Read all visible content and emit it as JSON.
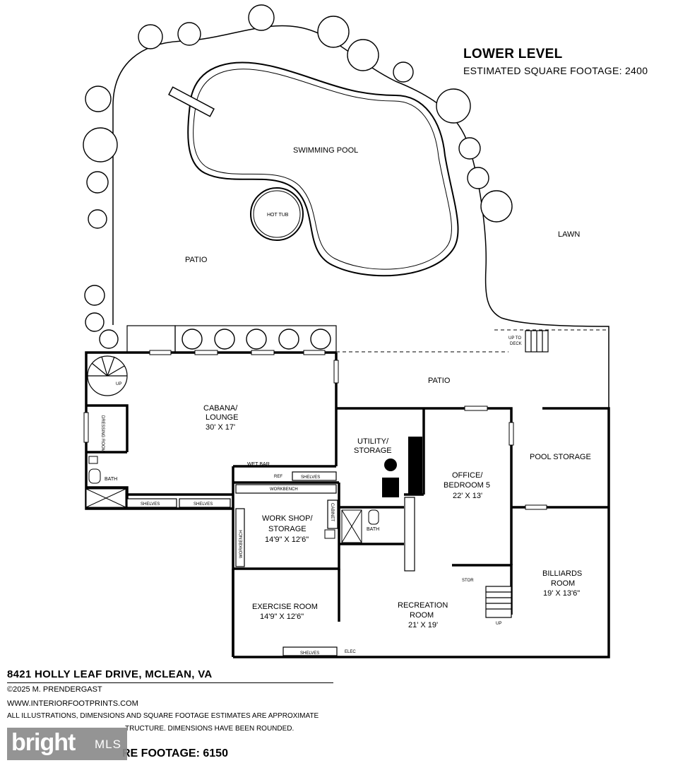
{
  "header": {
    "title": "LOWER LEVEL",
    "subtitle": "ESTIMATED SQUARE FOOTAGE: 2400"
  },
  "outdoor": {
    "pool": "SWIMMING POOL",
    "hot_tub": "HOT TUB",
    "patio_west": "PATIO",
    "lawn": "LAWN",
    "patio_south": "PATIO",
    "up_to_deck": [
      "UP TO",
      "DECK"
    ]
  },
  "rooms": {
    "cabana": {
      "name": [
        "CABANA/",
        "LOUNGE"
      ],
      "dims": "30' X 17'"
    },
    "dressing": "DRESSING ROOM",
    "bath_west": "BATH",
    "up_spiral": "UP",
    "wet_bar": "WET BAR",
    "ref": "REF",
    "shelves": "SHELVES",
    "workbench": "WORKBENCH",
    "utility": [
      "UTILITY/",
      "STORAGE"
    ],
    "office": {
      "name": [
        "OFFICE/",
        "BEDROOM 5"
      ],
      "dims": "22' X 13'"
    },
    "pool_storage": "POOL STORAGE",
    "workshop": {
      "name": [
        "WORK SHOP/",
        "STORAGE"
      ],
      "dims": "14'9\" X 12'6\""
    },
    "cabinet": "CABINET",
    "bath_center": "BATH",
    "billiards": {
      "name": [
        "BILLIARDS",
        "ROOM"
      ],
      "dims": "19' X 13'6\""
    },
    "stor": "STOR",
    "up_stair": "UP",
    "exercise": {
      "name": "EXERCISE ROOM",
      "dims": "14'9\" X 12'6\""
    },
    "recreation": {
      "name": [
        "RECREATION",
        "ROOM"
      ],
      "dims": "21' X 19'"
    },
    "elec": "ELEC"
  },
  "footer": {
    "address": "8421 HOLLY LEAF DRIVE, MCLEAN, VA",
    "copyright": "©2025 M. PRENDERGAST",
    "website": "WWW.INTERIORFOOTPRINTS.COM",
    "disclaimer_line1": "ALL ILLUSTRATIONS, DIMENSIONS AND SQUARE FOOTAGE ESTIMATES ARE APPROXIMATE",
    "disclaimer_line2": "TRUCTURE. DIMENSIONS HAVE BEEN ROUNDED.",
    "total_sqft": "RE FOOTAGE: 6150"
  },
  "watermark": {
    "brand": "bright",
    "mls": "MLS"
  }
}
